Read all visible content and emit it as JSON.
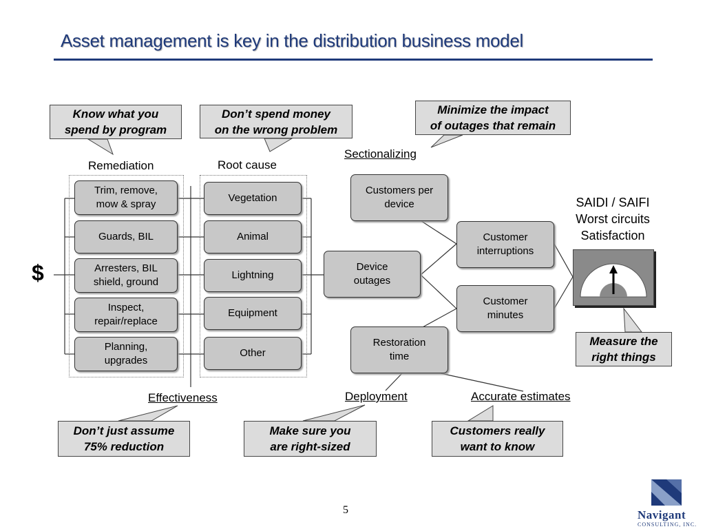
{
  "title": "Asset management is key in the distribution business model",
  "dollar": "$",
  "headers": {
    "remediation": "Remediation",
    "root_cause": "Root cause",
    "sectionalizing": "Sectionalizing",
    "effectiveness": "Effectiveness",
    "deployment": "Deployment",
    "accurate_estimates": "Accurate estimates"
  },
  "remediation": [
    "Trim, remove,\nmow & spray",
    "Guards, BIL",
    "Arresters, BIL\nshield, ground",
    "Inspect,\nrepair/replace",
    "Planning,\nupgrades"
  ],
  "root_cause": [
    "Vegetation",
    "Animal",
    "Lightning",
    "Equipment",
    "Other"
  ],
  "nodes": {
    "customers_per_device": "Customers per\ndevice",
    "device_outages": "Device\noutages",
    "restoration_time": "Restoration\ntime",
    "customer_interruptions": "Customer\ninterruptions",
    "customer_minutes": "Customer\nminutes"
  },
  "metrics": [
    "SAIDI / SAIFI",
    "Worst circuits",
    "Satisfaction"
  ],
  "callouts": {
    "know_spend": "Know what you\nspend by program",
    "dont_spend": "Don’t spend money\non the wrong problem",
    "minimize": "Minimize the impact\nof outages that remain",
    "measure": "Measure the\nright things",
    "dont_assume": "Don’t just assume\n75% reduction",
    "right_sized": "Make sure you\nare right-sized",
    "really_want": "Customers really\nwant to know"
  },
  "page_number": "5",
  "logo": {
    "name": "Navigant",
    "sub": "CONSULTING, INC."
  },
  "colors": {
    "title": "#1f3a7a",
    "box": "#c8c8c8",
    "callout": "#dcdcdc"
  }
}
